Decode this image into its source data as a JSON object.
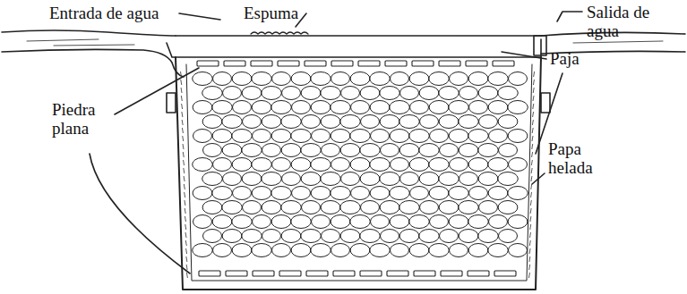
{
  "diagram": {
    "labels": [
      "Entrada de agua",
      "Espuma",
      "Salida de agua",
      "Paja",
      "Piedra plana",
      "Papa helada"
    ]
  }
}
